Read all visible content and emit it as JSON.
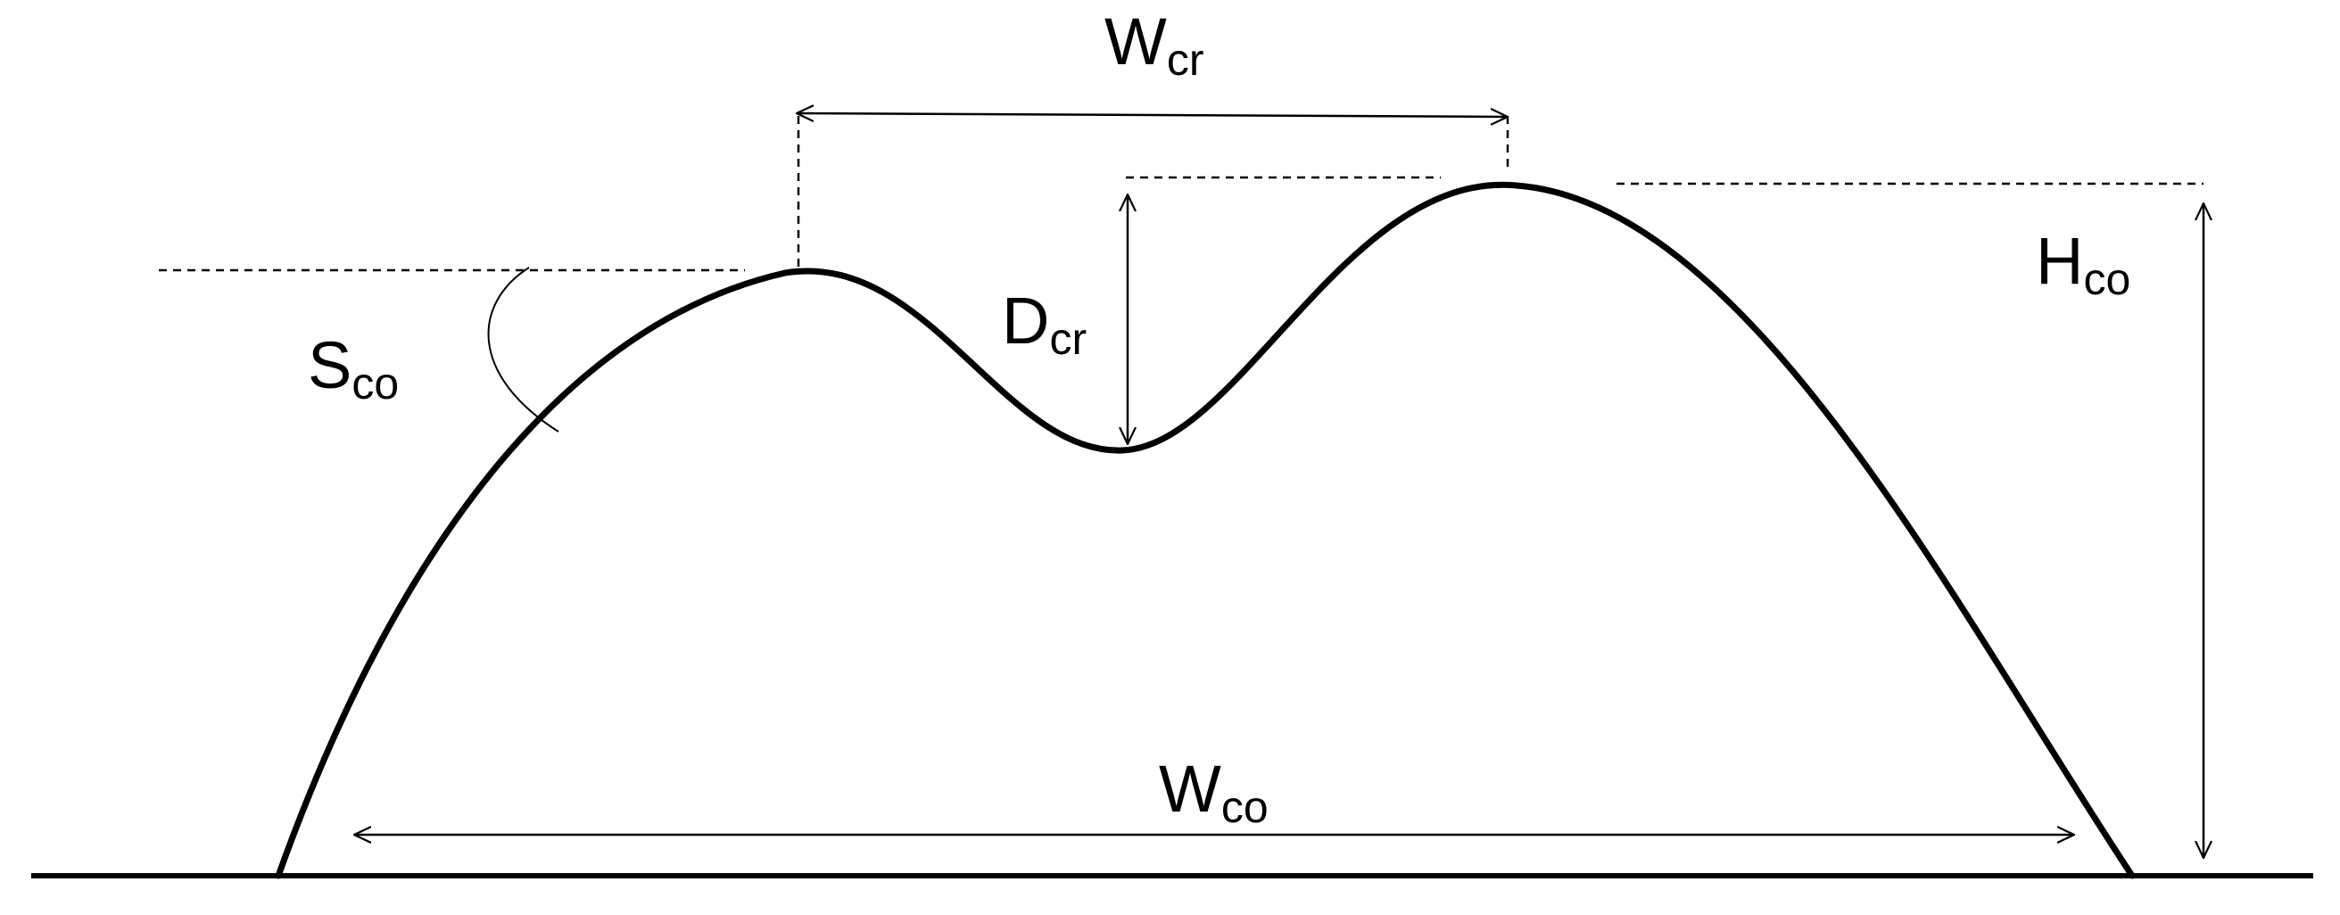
{
  "labels": {
    "w_cr": {
      "main": "W",
      "sub": "cr"
    },
    "d_cr": {
      "main": "D",
      "sub": "cr"
    },
    "h_co": {
      "main": "H",
      "sub": "co"
    },
    "s_co": {
      "main": "S",
      "sub": "co"
    },
    "w_co": {
      "main": "W",
      "sub": "co"
    }
  },
  "colors": {
    "stroke": "#000000",
    "background": "#ffffff"
  }
}
